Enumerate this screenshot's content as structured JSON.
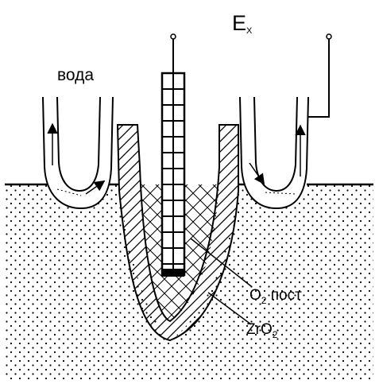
{
  "labels": {
    "voltage": "E",
    "voltage_sub": "X",
    "water": "вода",
    "oxygen_main": "O",
    "oxygen_sub": "2",
    "oxygen_rest": " пост",
    "zirconia_a": "Zr",
    "zirconia_b": "O",
    "zirconia_sub": "2"
  },
  "colors": {
    "ink": "#000000",
    "background": "#ffffff"
  }
}
